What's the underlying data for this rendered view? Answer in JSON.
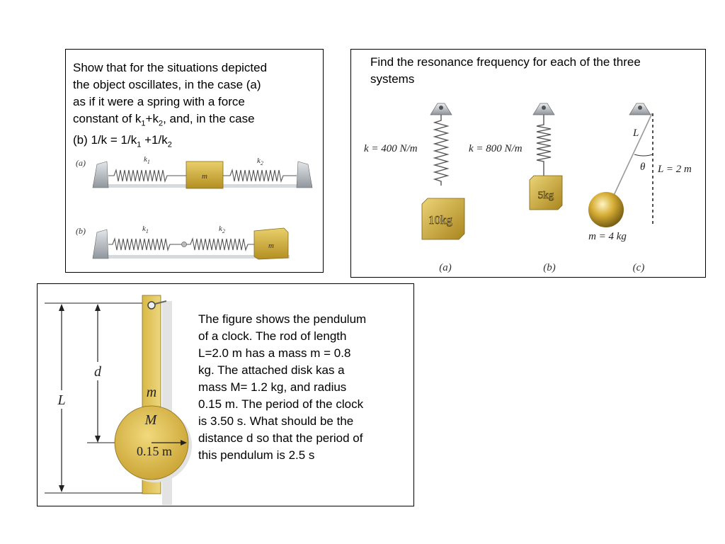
{
  "panel1": {
    "text_lines": [
      "Show  that for the situations depicted",
      "the object oscillates, in the case (a)",
      "as if it were a spring with a force"
    ],
    "line4_pre": "constant of k",
    "line4_sub1": "1",
    "line4_mid": "+k",
    "line4_sub2": "2",
    "line4_post": ", and, in the case",
    "line5_a": "(b) 1/k = 1/k",
    "line5_sub1": "1",
    "line5_b": " +1/k",
    "line5_sub2": "2",
    "fig_a": {
      "case_label": "(a)",
      "k1_label": "k",
      "k1_sub": "1",
      "mass_label": "m",
      "k2_label": "k",
      "k2_sub": "2"
    },
    "fig_b": {
      "case_label": "(b)",
      "k1_label": "k",
      "k1_sub": "1",
      "k2_label": "k",
      "k2_sub": "2",
      "mass_label": "m"
    }
  },
  "panel2": {
    "title_line1": "Find the resonance frequency for each of the three",
    "title_line2": "systems",
    "sys_a": {
      "spring_label": "k = 400 N/m",
      "mass_label": "10kg",
      "case_label": "(a)"
    },
    "sys_b": {
      "spring_label": "k = 800 N/m",
      "mass_label": "5kg",
      "case_label": "(b)"
    },
    "sys_c": {
      "length_symbol": "L",
      "angle_symbol": "θ",
      "length_label": "L = 2 m",
      "mass_label": "m = 4 kg",
      "case_label": "(c)"
    }
  },
  "panel3": {
    "text_lines": [
      "The figure shows the pendulum",
      "of a clock. The rod of length",
      "L=2.0 m has a mass m = 0.8",
      "kg. The attached disk kas a",
      "mass M= 1.2 kg, and radius",
      "0.15 m. The period of the clock",
      "is 3.50 s. What should be the",
      "distance d so that the period  of",
      "this pendulum is 2.5 s"
    ],
    "fig": {
      "d_label": "d",
      "L_label": "L",
      "rod_mass_label": "m",
      "disk_mass_label": "M",
      "radius_label": "0.15 m"
    }
  }
}
